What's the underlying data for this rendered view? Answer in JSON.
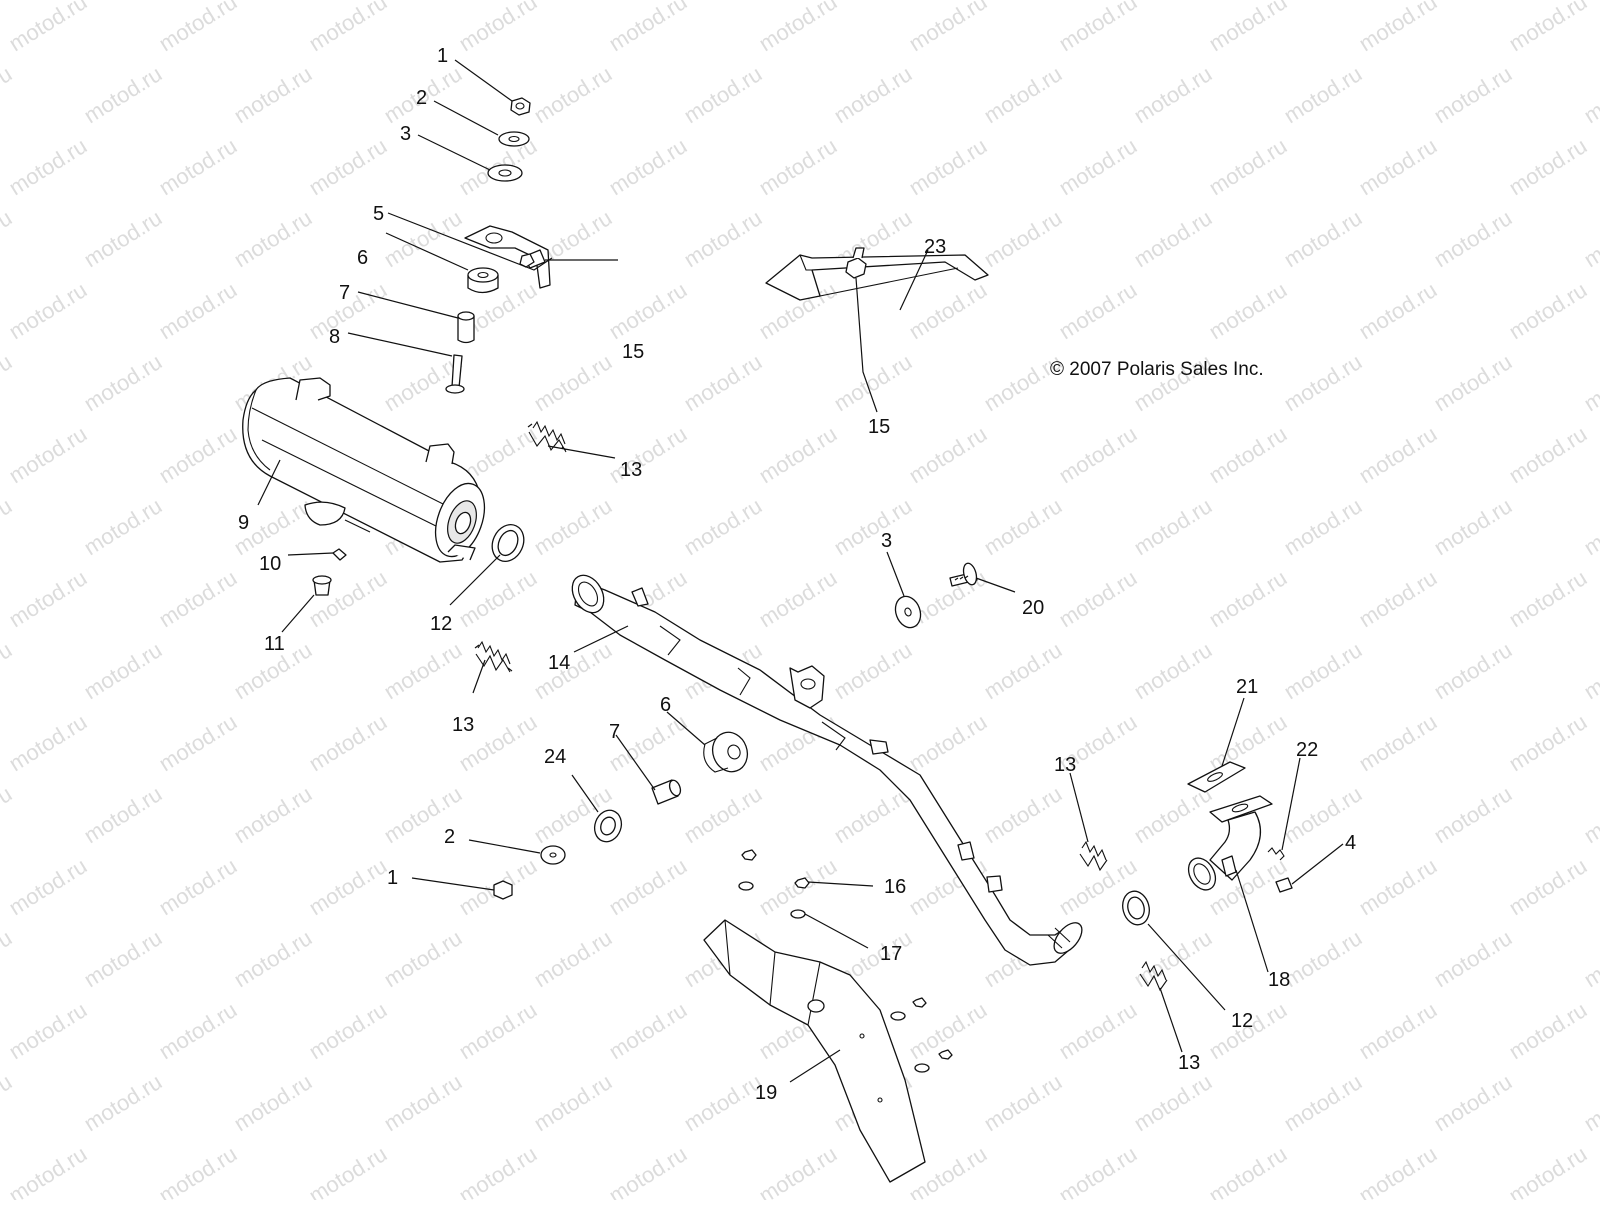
{
  "copyright": "© 2007 Polaris Sales Inc.",
  "watermark": "motod.ru",
  "callouts": [
    {
      "id": "c1a",
      "label": "1"
    },
    {
      "id": "c2a",
      "label": "2"
    },
    {
      "id": "c3a",
      "label": "3"
    },
    {
      "id": "c5",
      "label": "5"
    },
    {
      "id": "c6a",
      "label": "6"
    },
    {
      "id": "c7a",
      "label": "7"
    },
    {
      "id": "c8",
      "label": "8"
    },
    {
      "id": "c15a",
      "label": "15"
    },
    {
      "id": "c13a",
      "label": "13"
    },
    {
      "id": "c9",
      "label": "9"
    },
    {
      "id": "c10",
      "label": "10"
    },
    {
      "id": "c11",
      "label": "11"
    },
    {
      "id": "c12a",
      "label": "12"
    },
    {
      "id": "c13b",
      "label": "13"
    },
    {
      "id": "c14",
      "label": "14"
    },
    {
      "id": "c23",
      "label": "23"
    },
    {
      "id": "c15b",
      "label": "15"
    },
    {
      "id": "c3b",
      "label": "3"
    },
    {
      "id": "c20",
      "label": "20"
    },
    {
      "id": "c6b",
      "label": "6"
    },
    {
      "id": "c7b",
      "label": "7"
    },
    {
      "id": "c24",
      "label": "24"
    },
    {
      "id": "c2b",
      "label": "2"
    },
    {
      "id": "c1b",
      "label": "1"
    },
    {
      "id": "c16",
      "label": "16"
    },
    {
      "id": "c17",
      "label": "17"
    },
    {
      "id": "c19",
      "label": "19"
    },
    {
      "id": "c21",
      "label": "21"
    },
    {
      "id": "c22",
      "label": "22"
    },
    {
      "id": "c13c",
      "label": "13"
    },
    {
      "id": "c4",
      "label": "4"
    },
    {
      "id": "c18",
      "label": "18"
    },
    {
      "id": "c12b",
      "label": "12"
    },
    {
      "id": "c13d",
      "label": "13"
    }
  ]
}
